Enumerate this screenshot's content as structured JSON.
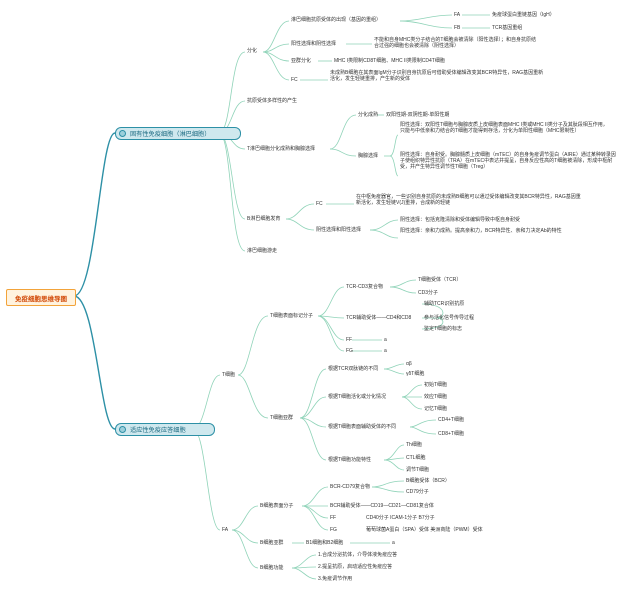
{
  "root": {
    "label": "免疫细胞思维导图"
  },
  "colors": {
    "branch": "#2d90a6",
    "leaf": "#8fd3b8",
    "root_border": "#f2a33a",
    "root_text": "#d24a08"
  },
  "innate": {
    "label": "固有性免疫细胞（淋巴细胞）",
    "diff": {
      "label": "分化",
      "antigen": {
        "label": "淋巴细胞抗原受体的出现（基因的重组）",
        "fa": "FA",
        "fa_text": "免疫球蛋白重链基因（IgH）",
        "fb": "FB",
        "fb_text": "TCR基因重组"
      },
      "pos_neg": {
        "label": "阳性选择和阴性选择",
        "text": "不能和自身MHC类分子结合的T细胞会被清除（阳性选择）；和自身抗原结合过强的细胞也会被清除（阴性选择）"
      },
      "subset": {
        "label": "亚群分化",
        "text": "MHC I类限制CD8T细胞、MHC II类限制CD4T细胞"
      },
      "fc": {
        "label": "FC",
        "text": "未成熟B细胞在其表面IgM分子识别自身抗原后可借助受体编辑改变其BCR特异性，RAG基因重新活化，发生轻链重排，产生新的受体"
      }
    },
    "antigen_diversity": "抗原受体多样性的产生",
    "t_select": {
      "label": "T淋巴细胞分化成熟和胸腺选择",
      "diff_type": {
        "label": "分化成熟",
        "text": "双阳性期-双阴性期-单阳性期"
      },
      "thymus": {
        "label": "胸腺选择",
        "pos": "阳性选择：双阳性T细胞与胸腺皮质上皮细胞表面MHC I类或MHC II类分子及其肽段相互作用，只能与中低亲和力结合的T细胞才能得到存活，分化为单阳性细胞（MHC限制性）",
        "neg": "阴性选择：自身耐受。胸腺髓质上皮细胞（mTEC）的自身免疫调节蛋白（AIRE）通过某种转录因子使组织特异性抗原（TRA）在mTEC中表达并提呈，自身反应性高的T细胞被清除，形成中枢耐受，并产生特异性调节性T细胞（Treg）"
      }
    },
    "b_develop": {
      "label": "B淋巴细胞发育",
      "fc": {
        "label": "FC",
        "text": "在中枢免疫器官，一些识别自身抗原的未成熟B细胞可以通过受体编辑改变其BCR特异性，RAG基因重新活化，发生轻链V(J)重排，合成新的轻链"
      },
      "select": {
        "label": "阴性选择和阳性选择",
        "neg": "阴性选择：包括克隆清除和受体编辑导致中枢自身耐受",
        "pos": "阳性选择：亲和力成熟。提高亲和力，BCR特异性、亲和力决定Ab的特性"
      }
    },
    "t_homing": "淋巴细胞游走"
  },
  "adaptive": {
    "label": "适应性免疫应答细胞",
    "t_cell": {
      "label": "T细胞",
      "markers": {
        "label": "T细胞表面标记分子",
        "tcr": {
          "label": "TCR-CD3复合物",
          "items": [
            "T细胞受体（TCR）",
            "CD3分子"
          ]
        },
        "coreceptor": {
          "label": "TCR辅助受体——CD4和CD8",
          "items": [
            "辅助TCR识别抗原",
            "参与活化信号传导过程",
            "鉴定T细胞的标志"
          ]
        },
        "ff": {
          "label": "FF",
          "val": "a"
        },
        "fg": {
          "label": "FG",
          "val": "a"
        }
      },
      "subsets": {
        "label": "T细胞亚群",
        "by_tcr": {
          "label": "根据TCR双肽链的不同",
          "items": [
            "αβ",
            "γδT细胞"
          ]
        },
        "by_stage": {
          "label": "根据T细胞活化或分化情况",
          "items": [
            "初始T细胞",
            "效应T细胞",
            "记忆T细胞"
          ]
        },
        "by_marker": {
          "label": "根据T细胞表面辅助受体的不同",
          "items": [
            "CD4+T细胞",
            "CD8+T细胞"
          ]
        },
        "by_func": {
          "label": "根据T细胞功能特性",
          "items": [
            "Th细胞",
            "CTL细胞",
            "调节T细胞"
          ]
        }
      }
    },
    "fa": {
      "label": "FA",
      "b_markers": {
        "label": "B细胞表面分子",
        "bcr": {
          "label": "BCR-CD79复合物",
          "items": [
            "B细胞受体（BCR）",
            "CD79分子"
          ]
        },
        "coreceptor": "BCR辅助受体——CD19—CD21—CD81复合体",
        "ff": {
          "label": "FF",
          "text": "CD40分子 ICAM-1分子 B7分子"
        },
        "fg": {
          "label": "FG",
          "text": "葡萄球菌A蛋白（SPA）受体 美洲商陆（PWM）受体"
        }
      },
      "b_subsets": {
        "label": "B细胞亚群",
        "text": "B1细胞和B2细胞",
        "val": "a"
      },
      "b_function": {
        "label": "B细胞功能",
        "items": [
          "1.合成分泌抗体，介导体液免疫应答",
          "2.提呈抗原，启动适应性免疫应答",
          "3.免疫调节作用"
        ]
      }
    }
  }
}
